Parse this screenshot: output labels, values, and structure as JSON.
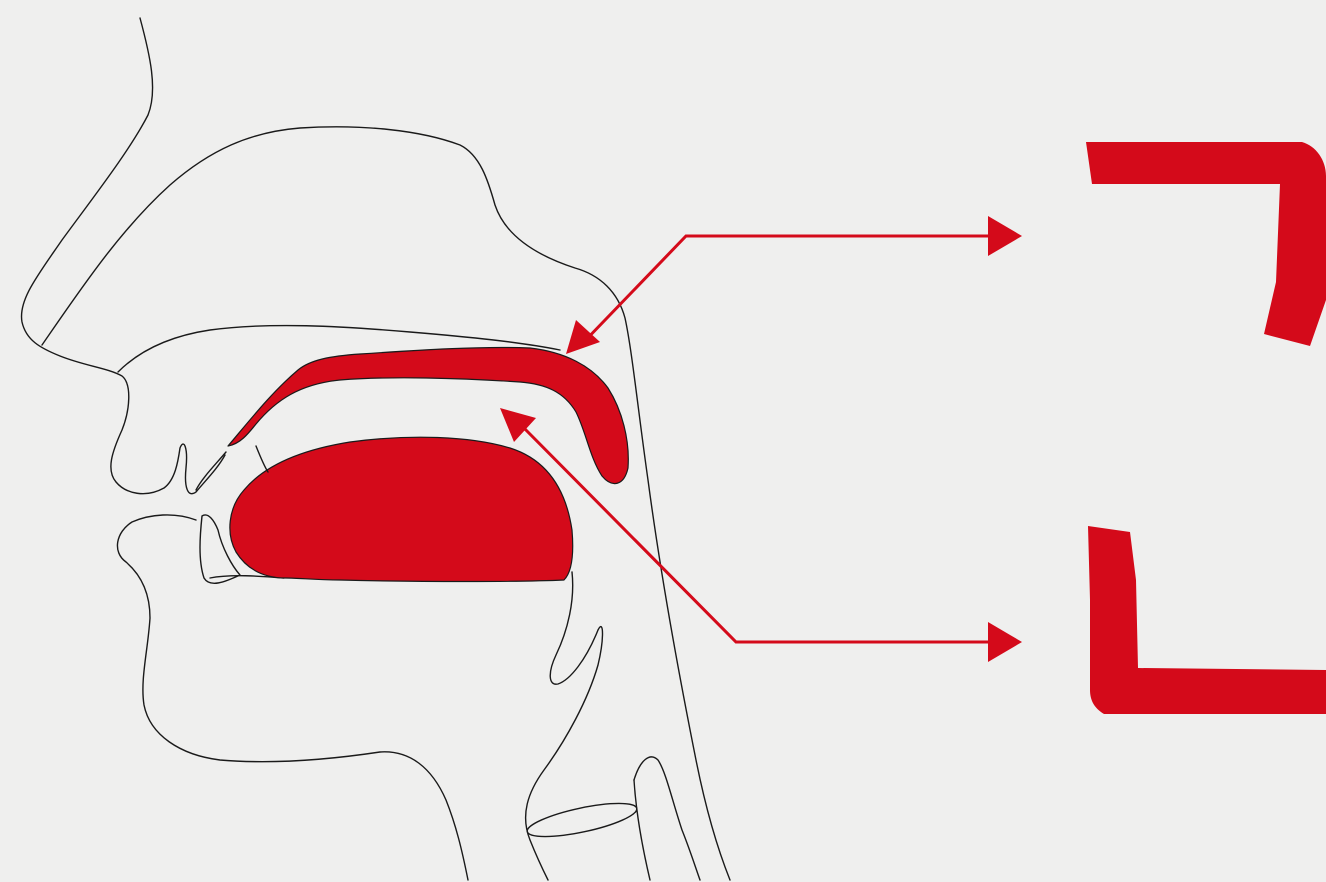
{
  "diagram": {
    "type": "sagittal-section-head",
    "colors": {
      "background": "#efefee",
      "outline": "#1a1a1a",
      "highlight": "#d40a1a"
    },
    "highlighted_parts": [
      "soft-palate",
      "tongue"
    ],
    "arrows": [
      {
        "from": "soft-palate",
        "to": "corner-bracket-top",
        "heads": "both"
      },
      {
        "from": "tongue",
        "to": "corner-bracket-bottom",
        "heads": "both"
      }
    ],
    "symbols": [
      {
        "name": "corner-bracket-top",
        "shape": "top-right-corner"
      },
      {
        "name": "corner-bracket-bottom",
        "shape": "bottom-left-corner"
      }
    ]
  }
}
